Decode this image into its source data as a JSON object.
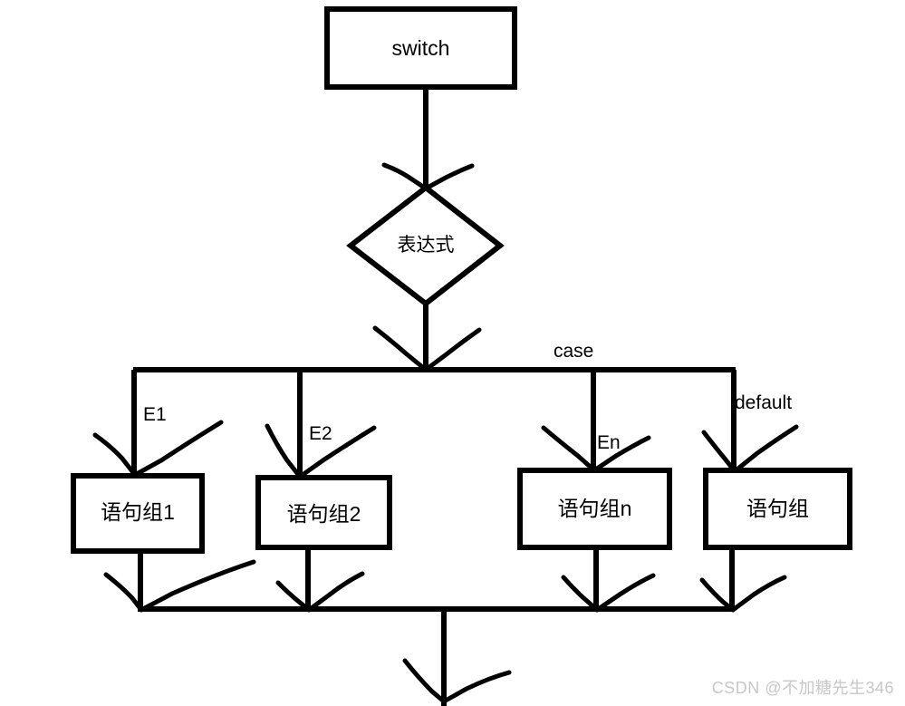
{
  "diagram": {
    "title": "switch statement flowchart",
    "stroke_color": "#000000",
    "background_color": "#ffffff",
    "nodes": {
      "switch_box": {
        "label": "switch",
        "shape": "rectangle"
      },
      "expression_diamond": {
        "label": "表达式",
        "shape": "diamond"
      },
      "statement_group_1": {
        "label": "语句组1",
        "shape": "rectangle"
      },
      "statement_group_2": {
        "label": "语句组2",
        "shape": "rectangle"
      },
      "statement_group_n": {
        "label": "语句组n",
        "shape": "rectangle"
      },
      "statement_group_default": {
        "label": "语句组",
        "shape": "rectangle"
      }
    },
    "edge_labels": {
      "case": "case",
      "e1": "E1",
      "e2": "E2",
      "en": "En",
      "default": "default"
    }
  },
  "watermark": {
    "text": "CSDN @不加糖先生346",
    "color": "#c8c8c8"
  }
}
